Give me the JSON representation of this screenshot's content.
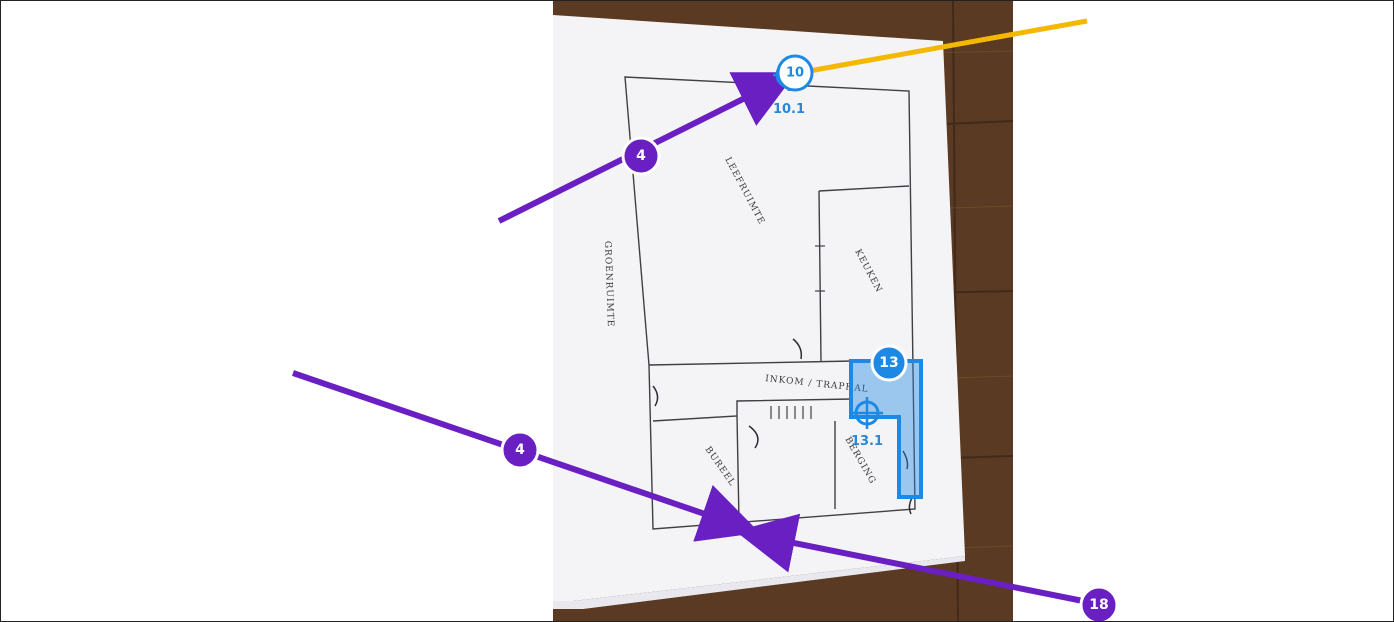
{
  "colors": {
    "purple": "#6a1fc2",
    "blue": "#1e88e5",
    "orange": "#f5b800",
    "wood": "#5a3a22",
    "paper": "#f4f4f6"
  },
  "annotations": {
    "badge_top_left": "4",
    "badge_bottom_left": "4",
    "badge_bottom_right": "18",
    "marker_top_badge": "10",
    "marker_top_label": "10.1",
    "marker_area_badge": "13",
    "marker_area_label": "13.1"
  },
  "sketch": {
    "room_top": "LEEFRUIMTE",
    "room_right": "KEUKEN",
    "room_left": "GROENRUIMTE",
    "hall": "INKOM / TRAPHAL",
    "room_bottom_left": "BUREEL",
    "room_bottom_right": "BERGING"
  }
}
